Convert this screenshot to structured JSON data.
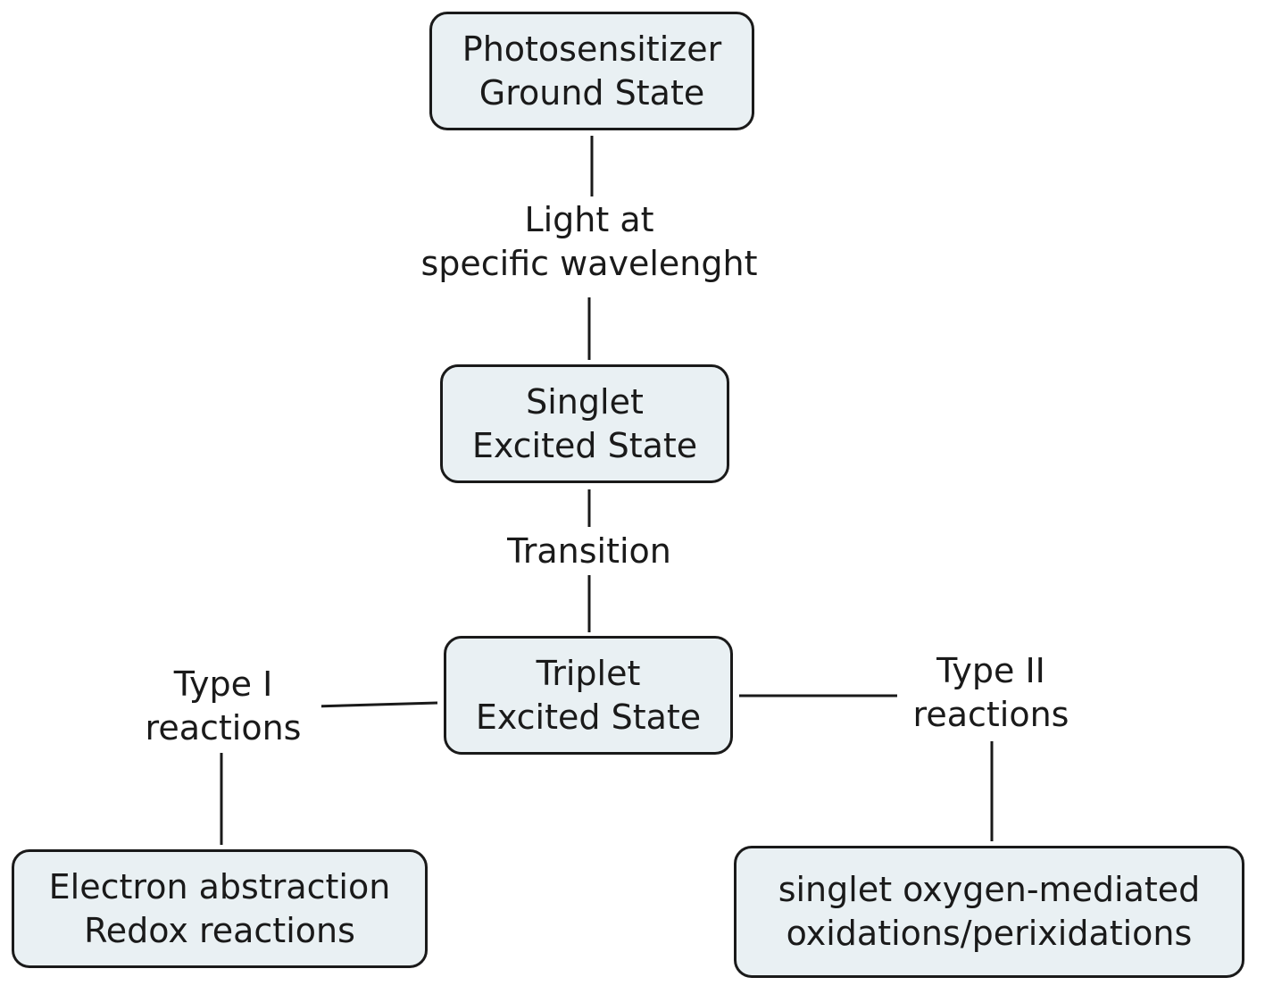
{
  "nodes": {
    "ground_state": {
      "line1": "Photosensitizer",
      "line2": "Ground State"
    },
    "singlet_state": {
      "line1": "Singlet",
      "line2": "Excited State"
    },
    "triplet_state": {
      "line1": "Triplet",
      "line2": "Excited State"
    },
    "electron_abstraction": {
      "line1": "Electron abstraction",
      "line2": "Redox reactions"
    },
    "singlet_oxygen": {
      "line1": "singlet oxygen-mediated",
      "line2": "oxidations/perixidations"
    }
  },
  "links": {
    "light": {
      "line1": "Light at",
      "line2": "specific wavelenght"
    },
    "transition": {
      "line1": "Transition"
    },
    "type1": {
      "line1": "Type I",
      "line2": "reactions"
    },
    "type2": {
      "line1": "Type II",
      "line2": "reactions"
    }
  },
  "colors": {
    "node_fill": "#e9f0f3",
    "stroke": "#1a1a1a",
    "background": "#ffffff"
  }
}
